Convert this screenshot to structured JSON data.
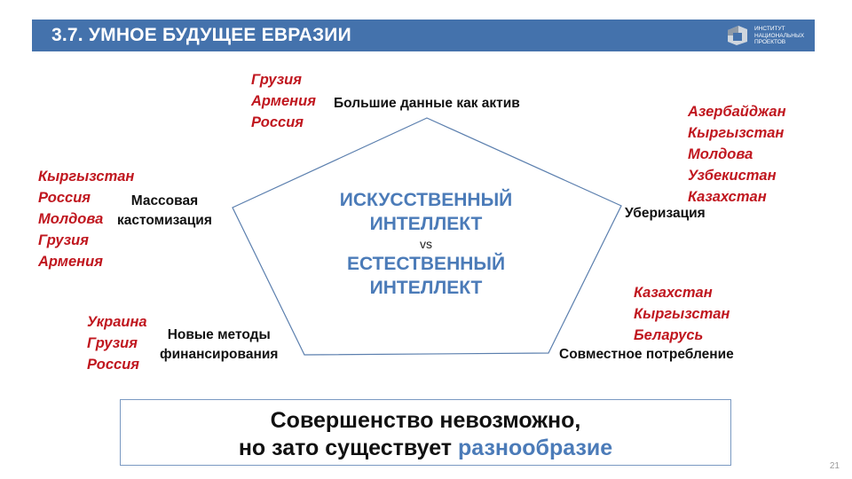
{
  "header": {
    "title": "3.7. УМНОЕ БУДУЩЕЕ ЕВРАЗИИ",
    "logo_lines": [
      "ИНСТИТУТ",
      "НАЦИОНАЛЬНЫХ",
      "ПРОЕКТОВ"
    ]
  },
  "center": {
    "line1": "ИСКУССТВЕННЫЙ",
    "line2": "ИНТЕЛЛЕКТ",
    "vs": "vs",
    "line3": "ЕСТЕСТВЕННЫЙ",
    "line4": "ИНТЕЛЛЕКТ"
  },
  "vertices": {
    "top": {
      "label": "Большие данные как актив",
      "countries": [
        "Грузия",
        "Армения",
        "Россия"
      ]
    },
    "right": {
      "label": "Уберизация",
      "countries": [
        "Азербайджан",
        "Кыргызстан",
        "Молдова",
        "Узбекистан",
        "Казахстан"
      ]
    },
    "bottom_right": {
      "label": "Совместное потребление",
      "countries": [
        "Казахстан",
        "Кыргызстан",
        "Беларусь"
      ]
    },
    "bottom_left": {
      "label_lines": [
        "Новые методы",
        "финансирования"
      ],
      "countries": [
        "Украина",
        "Грузия",
        "Россия"
      ]
    },
    "left": {
      "label_lines": [
        "Массовая",
        "кастомизация"
      ],
      "countries": [
        "Кыргызстан",
        "Россия",
        "Молдова",
        "Грузия",
        "Армения"
      ]
    }
  },
  "footer": {
    "line1": "Совершенство невозможно,",
    "line2_prefix": "но зато существует ",
    "line2_accent": "разнообразие"
  },
  "page_number": "21",
  "colors": {
    "title_bar": "#4472ac",
    "accent_blue": "#4b7bb8",
    "country_red": "#c0171f",
    "pentagon_stroke": "#5b7fae"
  }
}
